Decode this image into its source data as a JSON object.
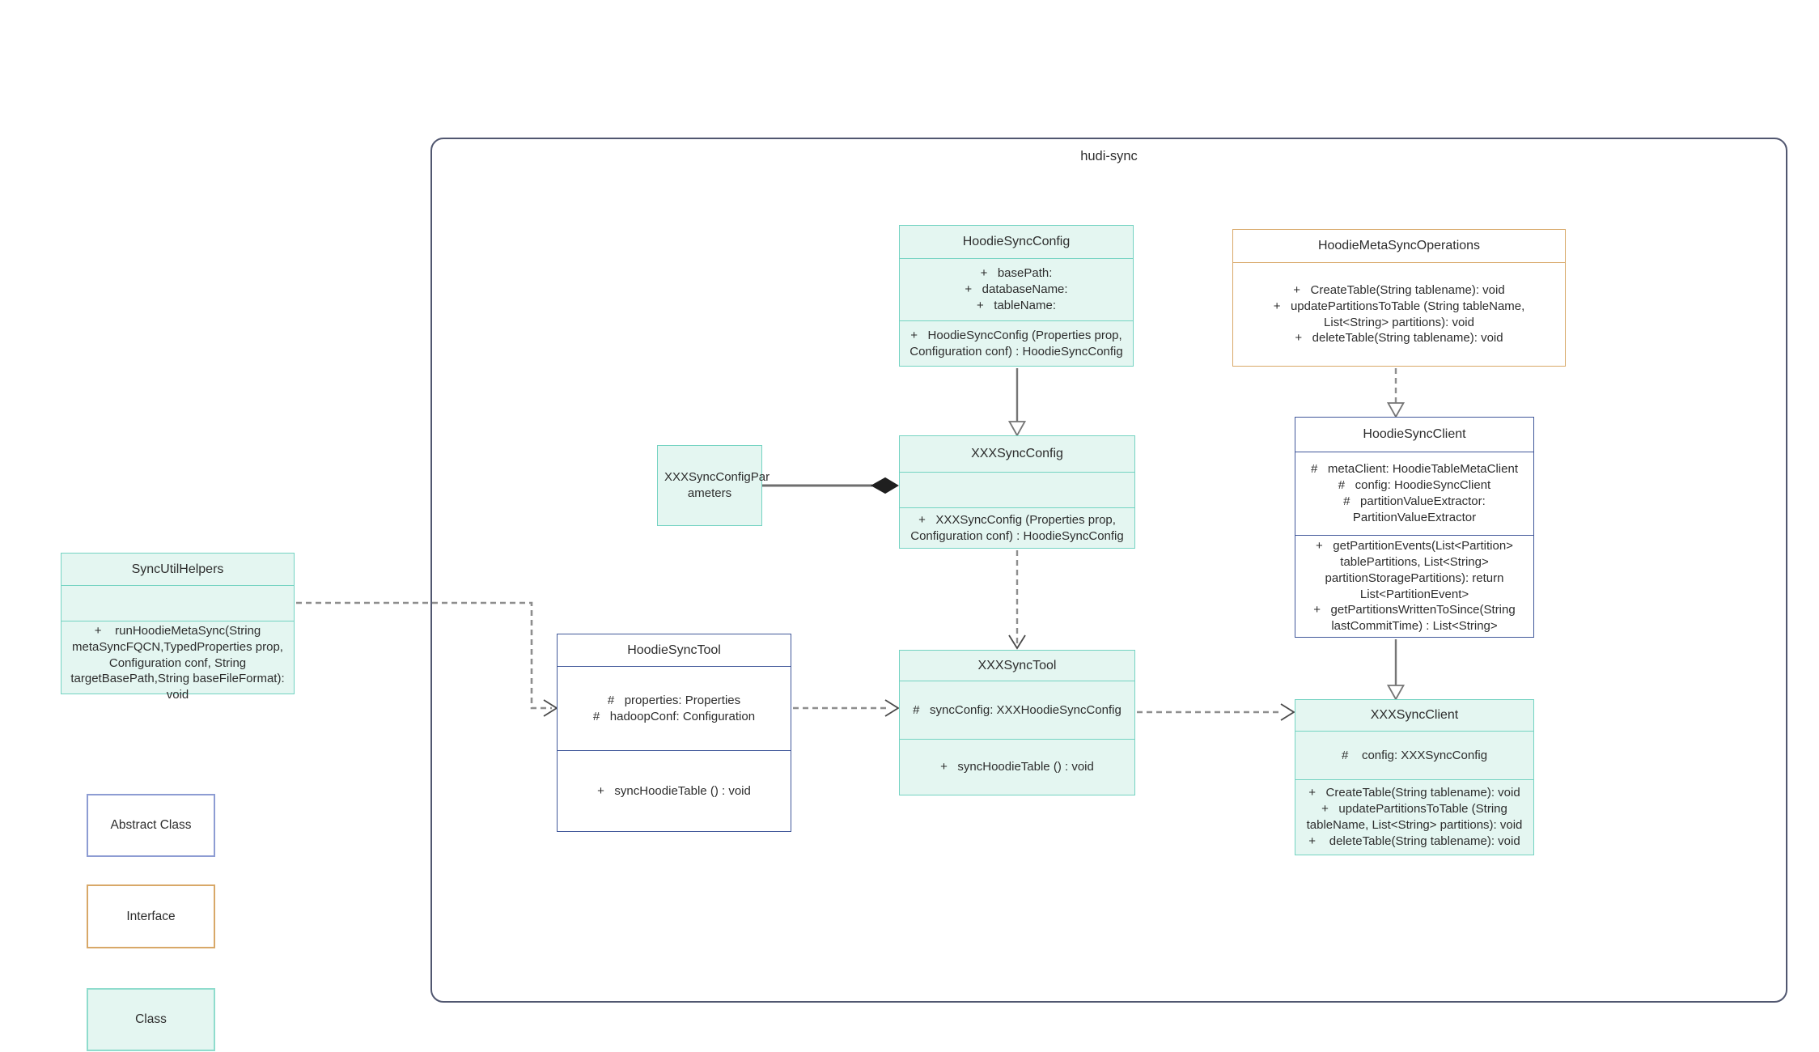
{
  "diagram": {
    "container_label": "hudi-sync",
    "type": "uml-class-diagram"
  },
  "colors": {
    "class_fill": "#e4f6f1",
    "class_border": "#74d3c2",
    "abstract_border": "#41589a",
    "interface_border": "#d8a868",
    "container_border": "#515770",
    "solid_line": "#757575",
    "dashed_line": "#8e8e8e",
    "composition_diamond": "#1f1f1f"
  },
  "classes": {
    "hoodie_sync_config": {
      "title": "HoodieSyncConfig",
      "attributes": [
        "+   basePath:",
        "+   databaseName:",
        "+   tableName:"
      ],
      "methods": [
        "+   HoodieSyncConfig (Properties prop, Configuration conf) : HoodieSyncConfig"
      ]
    },
    "hoodie_meta_sync_operations": {
      "title": "HoodieMetaSyncOperations",
      "methods": [
        "+   CreateTable(String tablename): void",
        "+   updatePartitionsToTable (String tableName, List<String> partitions): void",
        "+   deleteTable(String tablename): void"
      ]
    },
    "xxx_sync_config_parameters": {
      "title_line1": "XXXSyncConfigPar",
      "title_line2": "ameters"
    },
    "xxx_sync_config": {
      "title": "XXXSyncConfig",
      "methods": [
        "+   XXXSyncConfig (Properties prop, Configuration conf) : HoodieSyncConfig"
      ]
    },
    "sync_util_helpers": {
      "title": "SyncUtilHelpers",
      "methods": [
        "+    runHoodieMetaSync(String metaSyncFQCN,TypedProperties prop, Configuration conf, String targetBasePath,String baseFileFormat): void"
      ]
    },
    "hoodie_sync_tool": {
      "title": "HoodieSyncTool",
      "attributes": [
        "#   properties: Properties",
        "#   hadoopConf: Configuration"
      ],
      "methods": [
        "+   syncHoodieTable () : void"
      ]
    },
    "xxx_sync_tool": {
      "title": "XXXSyncTool",
      "attributes": [
        "#   syncConfig: XXXHoodieSyncConfig"
      ],
      "methods": [
        "+   syncHoodieTable () : void"
      ]
    },
    "hoodie_sync_client": {
      "title": "HoodieSyncClient",
      "attributes": [
        "#   metaClient: HoodieTableMetaClient",
        "#   config: HoodieSyncClient",
        "#   partitionValueExtractor: PartitionValueExtractor"
      ],
      "methods": [
        "+   getPartitionEvents(List<Partition> tablePartitions, List<String> partitionStoragePartitions): return List<PartitionEvent>",
        "+   getPartitionsWrittenToSince(String lastCommitTime) : List<String>"
      ]
    },
    "xxx_sync_client": {
      "title": "XXXSyncClient",
      "attributes": [
        "#    config: XXXSyncConfig"
      ],
      "methods": [
        "+   CreateTable(String tablename): void",
        "+   updatePartitionsToTable (String tableName, List<String> partitions): void",
        "+    deleteTable(String tablename): void"
      ]
    }
  },
  "relationships": [
    {
      "from": "HoodieSyncConfig",
      "to": "XXXSyncConfig",
      "style": "solid",
      "head": "hollow-triangle-down"
    },
    {
      "from": "HoodieMetaSyncOperations",
      "to": "HoodieSyncClient",
      "style": "dashed",
      "head": "hollow-triangle-down"
    },
    {
      "from": "XXXSyncConfig",
      "to": "XXXSyncTool",
      "style": "dashed",
      "head": "open-arrow-down"
    },
    {
      "from": "HoodieSyncClient",
      "to": "XXXSyncClient",
      "style": "solid",
      "head": "hollow-triangle-down"
    },
    {
      "from": "XXXSyncConfigParameters",
      "to": "XXXSyncConfig",
      "style": "solid",
      "head": "filled-diamond"
    },
    {
      "from": "SyncUtilHelpers",
      "to": "HoodieSyncTool",
      "style": "dashed",
      "head": "open-arrow-right"
    },
    {
      "from": "HoodieSyncTool",
      "to": "XXXSyncTool",
      "style": "dashed",
      "head": "open-arrow-right"
    },
    {
      "from": "XXXSyncTool",
      "to": "XXXSyncClient",
      "style": "dashed",
      "head": "open-arrow-right"
    }
  ],
  "legend": {
    "abstract_label": "Abstract Class",
    "interface_label": "Interface",
    "class_label": "Class"
  }
}
